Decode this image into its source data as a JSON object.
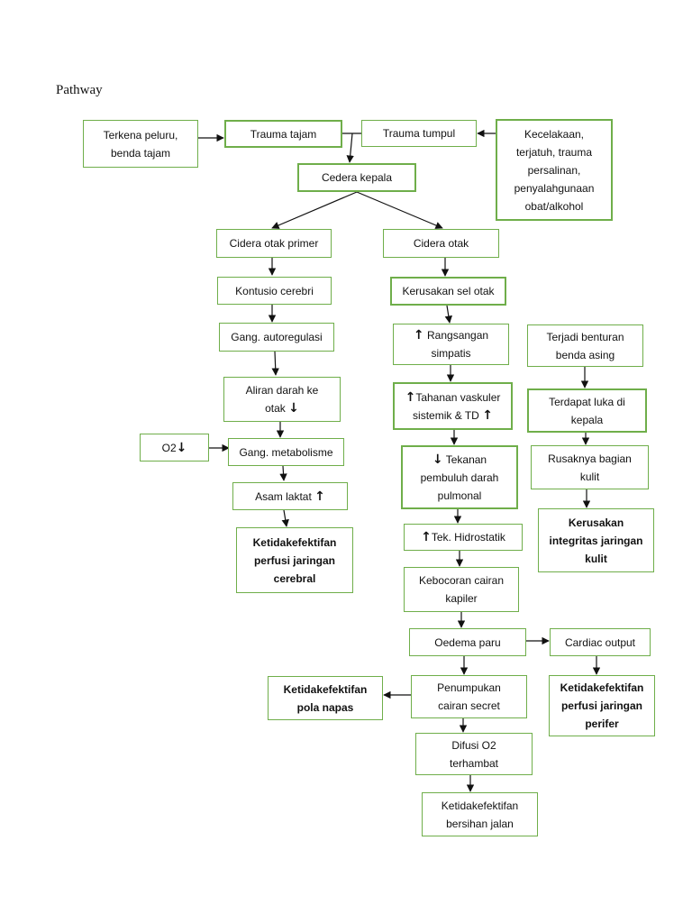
{
  "page": {
    "title": "Pathway"
  },
  "colors": {
    "box_border": "#6fae4a",
    "line": "#111111"
  },
  "nodes": {
    "terkena_peluru": "Terkena peluru,\nbenda tajam",
    "trauma_tajam": "Trauma tajam",
    "trauma_tumpul": "Trauma tumpul",
    "kecelakaan": "Kecelakaan,\nterjatuh, trauma\npersalinan,\npenyalahgunaan\nobat/alkohol",
    "cedera_kepala": "Cedera kepala",
    "cidera_otak_primer": "Cidera otak primer",
    "cidera_otak": "Cidera otak",
    "kontusio_cerebri": "Kontusio cerebri",
    "kerusakan_sel_otak": "Kerusakan sel otak",
    "gang_autoregulasi": "Gang. autoregulasi",
    "rangsangan_simpatis": "Rangsangan\nsimpatis",
    "terjadi_benturan": "Terjadi benturan\nbenda asing",
    "aliran_darah": "Aliran darah ke\notak",
    "tahanan_vaskuler": "Tahanan vaskuler\nsistemik & TD",
    "terdapat_luka": "Terdapat luka di\nkepala",
    "o2": "O2",
    "gang_metabolisme": "Gang. metabolisme",
    "tekanan_pembuluh": "Tekanan\npembuluh darah\npulmonal",
    "rusaknya_kulit": "Rusaknya bagian\nkulit",
    "asam_laktat": "Asam laktat",
    "ketidakefektifan_cerebral": "Ketidakefektifan\nperfusi jaringan\ncerebral",
    "tek_hidrostatik": "Tek. Hidrostatik",
    "kerusakan_integritas": "Kerusakan\nintegritas jaringan\nkulit",
    "kebocoran_cairan": "Kebocoran cairan\nkapiler",
    "oedema_paru": "Oedema paru",
    "cardiac_output": "Cardiac output",
    "ketidakefektifan_pola_napas": "Ketidakefektifan\npola napas",
    "penumpukan_cairan": "Penumpukan\ncairan secret",
    "ketidakefektifan_perifer": "Ketidakefektifan\nperfusi jaringan\nperifer",
    "difusi_o2": "Difusi O2\nterhambat",
    "ketidakefektifan_jalan_napas": "Ketidakefektifan\nbersihan jalan"
  },
  "indicators": {
    "up": "↑",
    "down": "↓"
  }
}
